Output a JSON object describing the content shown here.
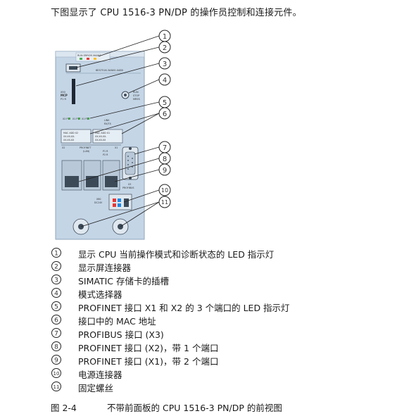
{
  "intro": "下图显示了 CPU 1516-3 PN/DP 的操作员控制和连接元件。",
  "device": {
    "status_top": "RUN ERROR MAINT",
    "part_number": "6ES7516-3AN00-0AB0",
    "sd_label_1": "X50",
    "sd_label_2": "MCP",
    "sd_label_3": "P1 R",
    "mode_run": "RUN",
    "mode_stop": "STOP",
    "mode_mres": "MRES",
    "led_x1_p1": "X1 P1",
    "led_x1_p2": "X1 P2",
    "led_x2_p1": "X2 P1",
    "link_label": "LINK",
    "rxtx_label": "RX/TX",
    "mac_x1_title": "MAC ADD X2",
    "mac_x1_value_1": "XX-XX-XX-",
    "mac_x1_value_2": "XX-XX-XX",
    "mac_x2_title": "MAC ADD X1",
    "mac_x2_value_1": "XX-XX-XX-",
    "mac_x2_value_2": "XX-XX-XX",
    "x2_label": "X2",
    "x1_label": "X1",
    "profinet_label": "PROFINET",
    "lan_label": "(LAN)",
    "x1_p1_r": "P1 R",
    "x1_p2_r": "P2 R",
    "x3_label": "X3",
    "profibus_label": "PROFIBUS",
    "power_label_1": "X80",
    "power_label_2": "DC24V"
  },
  "callouts": [
    "1",
    "2",
    "3",
    "4",
    "5",
    "6",
    "7",
    "8",
    "9",
    "10",
    "11"
  ],
  "legend": [
    {
      "num": "1",
      "text": "显示 CPU 当前操作模式和诊断状态的 LED 指示灯"
    },
    {
      "num": "2",
      "text": "显示屏连接器"
    },
    {
      "num": "3",
      "text": "SIMATIC 存储卡的插槽"
    },
    {
      "num": "4",
      "text": "模式选择器"
    },
    {
      "num": "5",
      "text": "PROFINET 接口 X1 和 X2 的 3 个端口的 LED 指示灯"
    },
    {
      "num": "6",
      "text": "接口中的 MAC 地址"
    },
    {
      "num": "7",
      "text": "PROFIBUS 接口 (X3)"
    },
    {
      "num": "8",
      "text": "PROFINET 接口 (X2)，带 1 个端口"
    },
    {
      "num": "9",
      "text": "PROFINET 接口 (X1)，带 2 个端口"
    },
    {
      "num": "10",
      "text": "电源连接器"
    },
    {
      "num": "11",
      "text": "固定螺丝"
    }
  ],
  "caption": {
    "label": "图 2-4",
    "text": "不带前面板的 CPU 1516-3 PN/DP 的前视图"
  },
  "colors": {
    "body": "#c4d5e6",
    "border": "#8fa6bd",
    "dark": "#3c4a58"
  }
}
